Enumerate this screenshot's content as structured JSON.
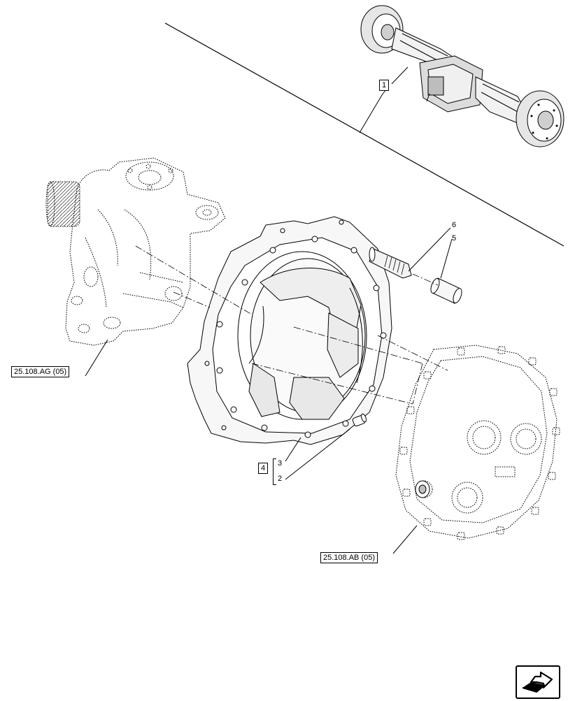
{
  "callouts": {
    "item_1": "1",
    "item_2": "2",
    "item_3": "3",
    "item_4": "4",
    "item_5": "5",
    "item_6": "6"
  },
  "references": {
    "steering_knuckle": "25.108.AG (05)",
    "planetary_cover": "25.108.AB (05)"
  },
  "icons": {
    "navigation": "next-page-arrow-icon"
  }
}
